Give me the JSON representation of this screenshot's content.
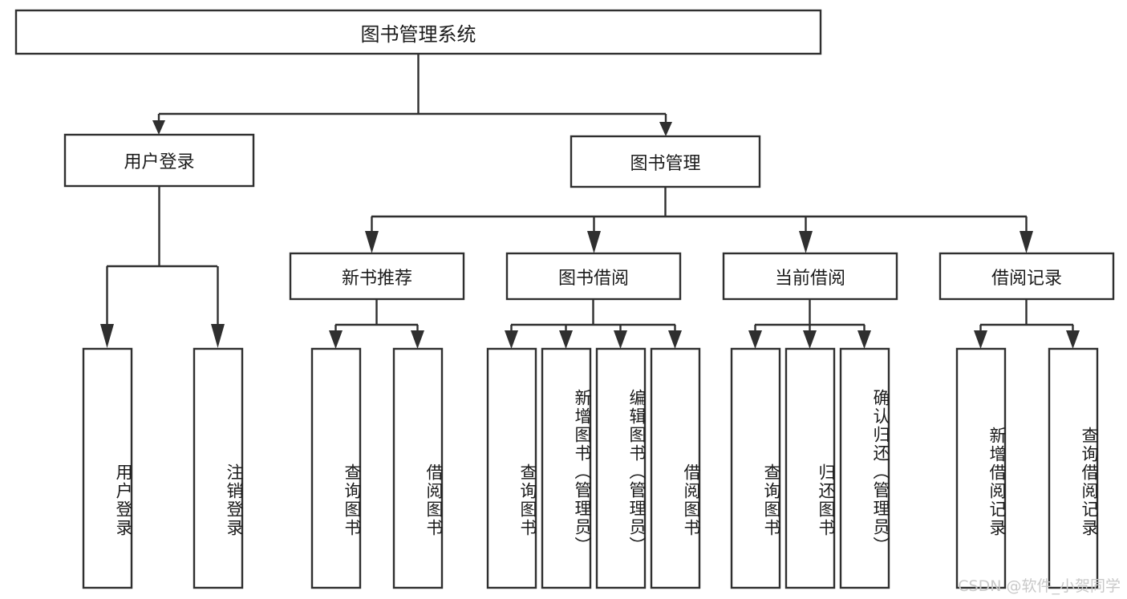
{
  "diagram": {
    "type": "tree-hierarchy-chart",
    "title": "图书管理系统",
    "watermark": "CSDN @软件_小贺同学",
    "colors": {
      "box_stroke": "#2f2f2f",
      "box_fill": "#ffffff",
      "text": "#1b1b1b",
      "connector": "#2f2f2f",
      "watermark": "#c9c9c9",
      "background": "#ffffff"
    },
    "levels": [
      {
        "level": 1,
        "nodes": [
          {
            "id": "root",
            "label": "图书管理系统",
            "orientation": "horizontal"
          }
        ]
      },
      {
        "level": 2,
        "nodes": [
          {
            "id": "user-login",
            "label": "用户登录",
            "orientation": "horizontal",
            "parent": "root"
          },
          {
            "id": "book-manage",
            "label": "图书管理",
            "orientation": "horizontal",
            "parent": "root"
          }
        ]
      },
      {
        "level": 3,
        "nodes": [
          {
            "id": "new-book-recommend",
            "label": "新书推荐",
            "orientation": "horizontal",
            "parent": "book-manage"
          },
          {
            "id": "book-borrow",
            "label": "图书借阅",
            "orientation": "horizontal",
            "parent": "book-manage"
          },
          {
            "id": "current-borrow",
            "label": "当前借阅",
            "orientation": "horizontal",
            "parent": "book-manage"
          },
          {
            "id": "borrow-record",
            "label": "借阅记录",
            "orientation": "horizontal",
            "parent": "book-manage"
          }
        ]
      },
      {
        "level": 4,
        "nodes": [
          {
            "id": "leaf-user-login",
            "label": "用户登录",
            "orientation": "vertical",
            "parent": "user-login"
          },
          {
            "id": "leaf-logout",
            "label": "注销登录",
            "orientation": "vertical",
            "parent": "user-login"
          },
          {
            "id": "leaf-query-book-1",
            "label": "查询图书",
            "orientation": "vertical",
            "parent": "new-book-recommend"
          },
          {
            "id": "leaf-borrow-book-1",
            "label": "借阅图书",
            "orientation": "vertical",
            "parent": "new-book-recommend"
          },
          {
            "id": "leaf-query-book-2",
            "label": "查询图书",
            "orientation": "vertical",
            "parent": "book-borrow"
          },
          {
            "id": "leaf-add-book",
            "label": "新增图书（管理员）",
            "orientation": "vertical",
            "parent": "book-borrow"
          },
          {
            "id": "leaf-edit-book",
            "label": "编辑图书（管理员）",
            "orientation": "vertical",
            "parent": "book-borrow"
          },
          {
            "id": "leaf-borrow-book-2",
            "label": "借阅图书",
            "orientation": "vertical",
            "parent": "book-borrow"
          },
          {
            "id": "leaf-query-book-3",
            "label": "查询图书",
            "orientation": "vertical",
            "parent": "current-borrow"
          },
          {
            "id": "leaf-return-book",
            "label": "归还图书",
            "orientation": "vertical",
            "parent": "current-borrow"
          },
          {
            "id": "leaf-confirm-return",
            "label": "确认归还（管理员）",
            "orientation": "vertical",
            "parent": "current-borrow"
          },
          {
            "id": "leaf-add-record",
            "label": "新增借阅记录",
            "orientation": "vertical",
            "parent": "borrow-record"
          },
          {
            "id": "leaf-query-record",
            "label": "查询借阅记录",
            "orientation": "vertical",
            "parent": "borrow-record"
          }
        ]
      }
    ]
  }
}
